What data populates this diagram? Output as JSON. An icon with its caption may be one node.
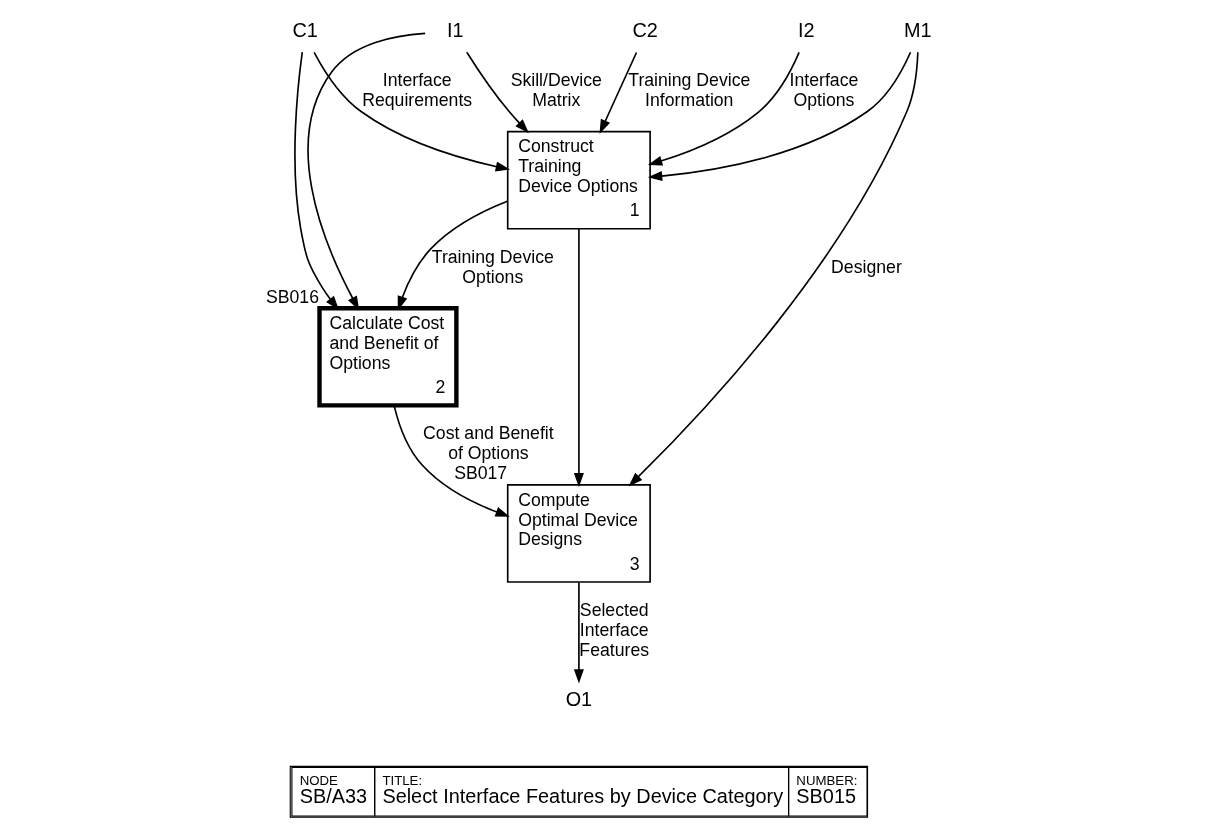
{
  "diagram": {
    "nodes": [
      {
        "text": [
          "C2"
        ]
      },
      {
        "text": [
          "C1"
        ]
      },
      {
        "text": [
          "I2"
        ]
      },
      {
        "text": [
          "I1"
        ]
      },
      {
        "text": [
          "Construct Training Device Options",
          "1"
        ]
      },
      {
        "text": [
          "Calculate Cost and Benefit of Options",
          "2"
        ],
        "beside": [
          "SB016"
        ]
      },
      {
        "text": [
          "Compute Optimal Device Designs",
          "3"
        ],
        "beside": [
          "SB017"
        ]
      },
      {
        "text": [
          "M1"
        ]
      },
      {
        "text": [
          "O1"
        ]
      }
    ],
    "edges": [
      {
        "from": 0,
        "to": 4,
        "arrow": "to",
        "label": "Training Device Information"
      },
      {
        "from": 1,
        "to": 4,
        "arrow": "to",
        "label": "Interface Requirements"
      },
      {
        "from": 1,
        "to": 5,
        "arrow": "to"
      },
      {
        "from": 2,
        "to": 4,
        "arrow": "to",
        "label": "Interface Options"
      },
      {
        "from": 3,
        "to": 4,
        "arrow": "to",
        "label": "Skill/Device Matrix"
      },
      {
        "from": 3,
        "to": 5,
        "arrow": "to"
      },
      {
        "from": 4,
        "to": 5,
        "arrow": "to",
        "label": "Training Device Options"
      },
      {
        "from": 4,
        "to": 6,
        "arrow": "to"
      },
      {
        "from": 5,
        "to": 6,
        "arrow": "to",
        "label": "Cost and Benefit of Options"
      },
      {
        "from": 6,
        "to": 8,
        "arrow": "to",
        "label": "Selected Interface Features"
      },
      {
        "from": 7,
        "to": 6,
        "arrow": "to",
        "label": "Designer"
      },
      {
        "from": 7,
        "to": 4,
        "arrow": "to"
      }
    ],
    "labels": [
      "NODE",
      "SB/A33",
      "TITLE:",
      "Select Interface Features by Device Category",
      "NUMBER:",
      "SB015"
    ]
  }
}
